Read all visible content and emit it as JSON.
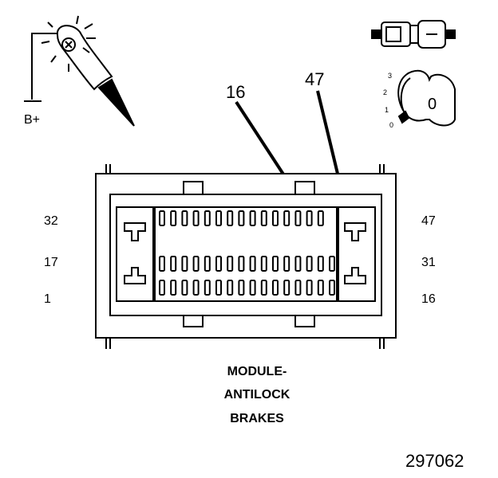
{
  "probe": {
    "label": "B+"
  },
  "callouts": {
    "left": "16",
    "right": "47"
  },
  "ignition": {
    "positions": [
      "3",
      "2",
      "1",
      "0"
    ],
    "key_symbol": "0"
  },
  "pins": {
    "top_left": "32",
    "mid_left": "17",
    "bottom_left": "1",
    "top_right": "47",
    "mid_right": "31",
    "bottom_right": "16"
  },
  "caption": {
    "line1": "MODULE-",
    "line2": "ANTILOCK",
    "line3": "BRAKES"
  },
  "figure_number": "297062"
}
